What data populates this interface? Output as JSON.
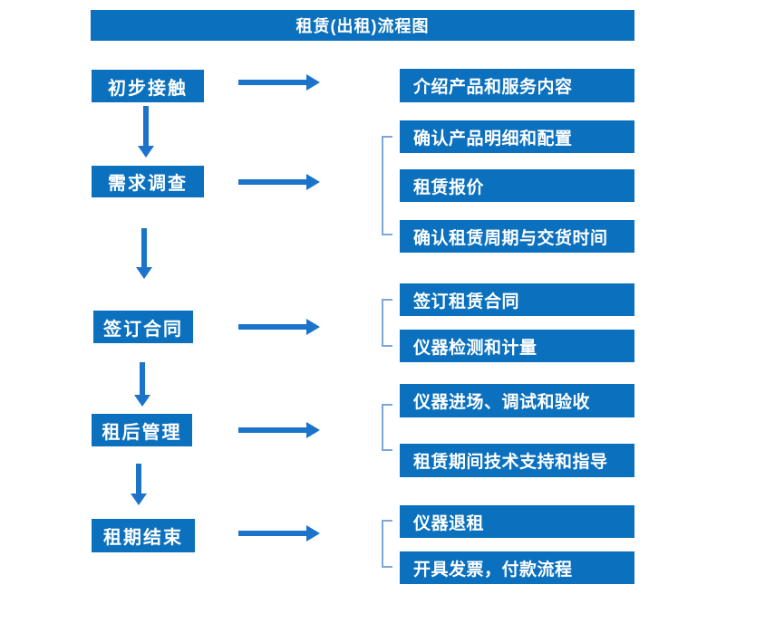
{
  "title": "租赁(出租)流程图",
  "colors": {
    "box": "#0b70bd",
    "arrow": "#1b74c9",
    "bracket": "#7da7d8",
    "text": "#ffffff",
    "background": "#ffffff"
  },
  "steps": [
    {
      "label": "初步接触",
      "details": [
        "介绍产品和服务内容"
      ]
    },
    {
      "label": "需求调查",
      "details": [
        "确认产品明细和配置",
        "租赁报价",
        "确认租赁周期与交货时间"
      ]
    },
    {
      "label": "签订合同",
      "details": [
        "签订租赁合同",
        "仪器检测和计量"
      ]
    },
    {
      "label": "租后管理",
      "details": [
        "仪器进场、调试和验收",
        "租赁期间技术支持和指导"
      ]
    },
    {
      "label": "租期结束",
      "details": [
        "仪器退租",
        "开具发票，付款流程"
      ]
    }
  ]
}
